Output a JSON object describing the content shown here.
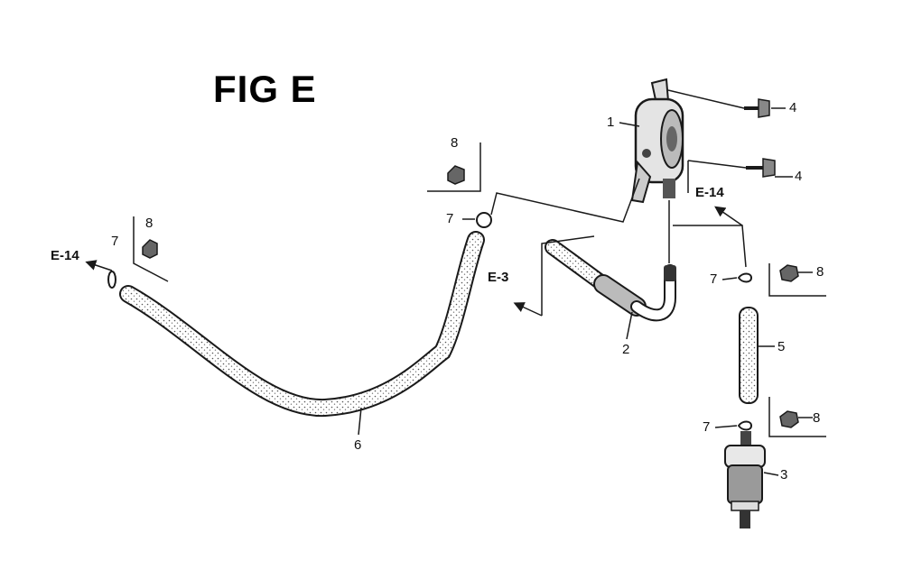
{
  "title": "FIG E",
  "refs": {
    "e14_left": "E-14",
    "e14_right": "E-14",
    "e3": "E-3"
  },
  "callouts": {
    "n1": "1",
    "n2": "2",
    "n3": "3",
    "n4a": "4",
    "n4b": "4",
    "n5": "5",
    "n6": "6",
    "n7a": "7",
    "n7b": "7",
    "n7c": "7",
    "n7d": "7",
    "n8a": "8",
    "n8b": "8",
    "n8c": "8",
    "n8d": "8"
  },
  "colors": {
    "ink": "#1a1a1a",
    "hose_fill": "#d9d9d9",
    "paper": "#ffffff"
  }
}
